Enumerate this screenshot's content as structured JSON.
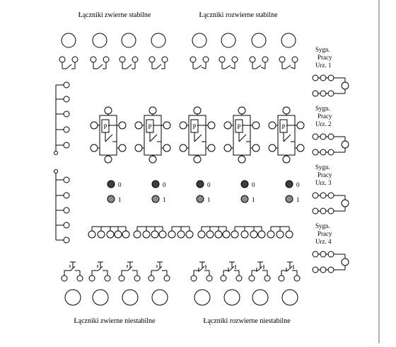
{
  "labels": {
    "stable_no": "Łączniki zwierne stabilne",
    "stable_nc": "Łączniki rozwierne stabilne",
    "unstable_no": "Łączniki zwierne niestabilne",
    "unstable_nc": "Łączniki rozwierne niestabilne"
  },
  "signals": [
    [
      "Sygn.",
      "Pracy",
      "Urz. 1"
    ],
    [
      "Sygn.",
      "Pracy",
      "Urz. 2"
    ],
    [
      "Sygn.",
      "Pracy",
      "Urz. 3"
    ],
    [
      "Sygn.",
      "Pracy",
      "Urz. 4"
    ]
  ],
  "relay_label": "P",
  "lamp_labels": [
    "0",
    "1"
  ],
  "colors": {
    "lamp_off": "#404040",
    "lamp_on": "#8c8c8c",
    "line": "#000000"
  }
}
